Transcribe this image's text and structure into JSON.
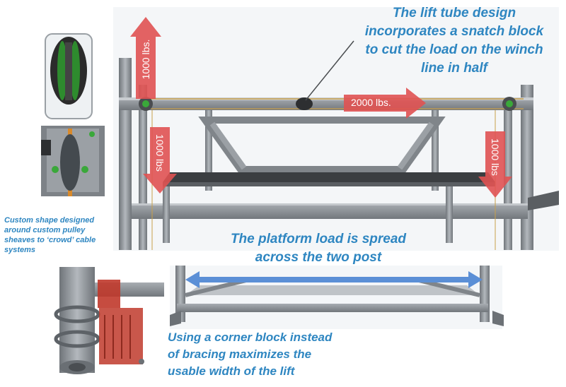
{
  "callouts": {
    "lift_tube": {
      "lines": [
        "The lift tube design",
        "incorporates a snatch block",
        "to cut the load on the winch",
        "line in half"
      ]
    },
    "platform": {
      "lines": [
        "The platform load is spread",
        "across the  two post"
      ]
    },
    "corner_block": {
      "lines": [
        "Using a corner block instead",
        "of bracing maximizes the",
        "usable width of the lift"
      ]
    },
    "pulley": {
      "lines": [
        "Custom shape designed",
        "around custom pulley",
        "sheaves to ‘crowd’ cable",
        "systems"
      ]
    }
  },
  "load_arrows": {
    "up_left": "1000 lbs.",
    "horizontal": "2000 lbs.",
    "down_left": "1000 lbs",
    "down_right": "1000 lbs"
  },
  "colors": {
    "callout_text": "#2e86c1",
    "load_arrow": "#e05252",
    "span_arrow": "#5b8fd6",
    "frame_steel": "#8c9196",
    "sheave_green": "#2e8b2e",
    "corner_block_red": "#c0392b"
  }
}
